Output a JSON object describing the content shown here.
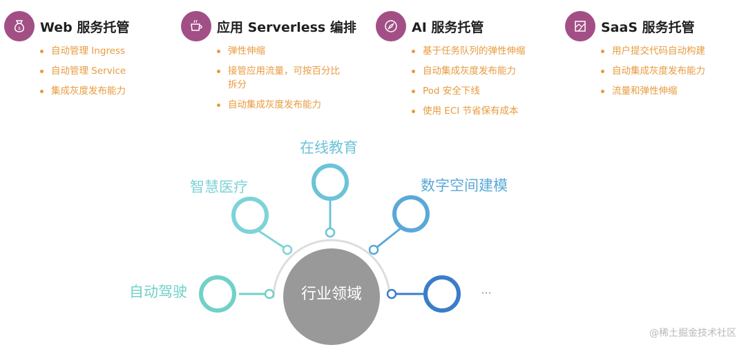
{
  "colors": {
    "card_icon": "#a24f86",
    "bullet_text": "#e89a3c",
    "center_circle": "#999999",
    "center_text": "#ffffff",
    "arc": "#dddddd",
    "watermark": "#b8b8b8"
  },
  "cards": [
    {
      "icon": "bag-icon",
      "title": "Web 服务托管",
      "items": [
        "自动管理 Ingress",
        "自动管理 Service",
        "集成灰度发布能力"
      ]
    },
    {
      "icon": "cup-icon",
      "title": "应用 Serverless 编排",
      "items": [
        "弹性伸缩",
        "接管应用流量，可按百分比拆分",
        "自动集成灰度发布能力"
      ]
    },
    {
      "icon": "compass-icon",
      "title": "AI 服务托管",
      "items": [
        "基于任务队列的弹性伸缩",
        "自动集成灰度发布能力",
        "Pod 安全下线",
        "使用 ECI 节省保有成本"
      ]
    },
    {
      "icon": "map-icon",
      "title": "SaaS 服务托管",
      "items": [
        "用户提交代码自动构建",
        "自动集成灰度发布能力",
        "流量和弹性伸缩"
      ]
    }
  ],
  "diagram": {
    "center_label": "行业领域",
    "nodes": [
      {
        "label": "自动驾驶",
        "color": "#70d1c8"
      },
      {
        "label": "智慧医疗",
        "color": "#7dd3d8"
      },
      {
        "label": "在线教育",
        "color": "#6cc3d8"
      },
      {
        "label": "数字空间建模",
        "color": "#5aa8d8"
      },
      {
        "label": "···",
        "color": "#3a7dc9"
      }
    ]
  },
  "watermark": "@稀土掘金技术社区"
}
